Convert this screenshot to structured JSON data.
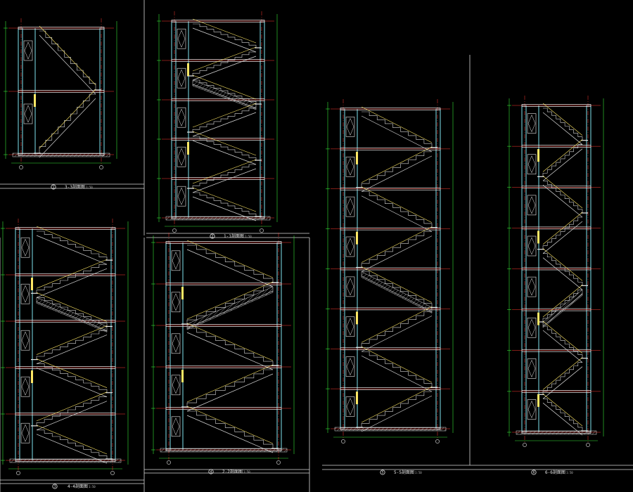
{
  "window": {
    "title": "Stair section drawings"
  },
  "colors": {
    "background": "#000000",
    "wall": "#7fe3ef",
    "slab": "#e8e8e8",
    "floor_line": "#ff3b30",
    "axis": "#ff3b30",
    "stair": "#d6d6d6",
    "handrail": "#ffe866",
    "dimension": "#37e637",
    "door": "#e8e8e8",
    "frame": "#d9d9d9",
    "hatch": "#bdbdbd"
  },
  "sections": [
    {
      "id": "s1",
      "number": "1",
      "title": "3-3剖面图",
      "scale": "1:50",
      "levels": 2,
      "flights": 2,
      "hatched_flights": []
    },
    {
      "id": "s2",
      "number": "2",
      "title": "1-1剖面图",
      "scale": "1:50",
      "levels": 5,
      "flights": 7,
      "hatched_flights": [
        2
      ]
    },
    {
      "id": "s3",
      "number": "3",
      "title": "4-4剖面图",
      "scale": "1:50",
      "levels": 5,
      "flights": 7,
      "hatched_flights": [
        2
      ]
    },
    {
      "id": "s4",
      "number": "4",
      "title": "2-2剖面图",
      "scale": "1:50",
      "levels": 5,
      "flights": 5,
      "hatched_flights": [
        1
      ]
    },
    {
      "id": "s5",
      "number": "5",
      "title": "5-5剖面图",
      "scale": "1:50",
      "levels": 8,
      "flights": 8,
      "hatched_flights": [
        4
      ]
    },
    {
      "id": "s6",
      "number": "6",
      "title": "6-6剖面图",
      "scale": "1:50",
      "levels": 8,
      "flights": 9,
      "hatched_flights": [
        5
      ]
    }
  ]
}
